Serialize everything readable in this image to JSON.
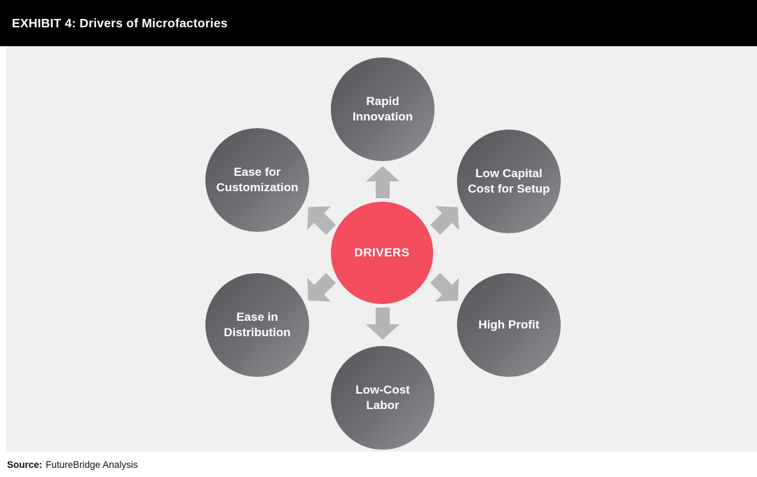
{
  "header": {
    "title": "EXHIBIT 4: Drivers of Microfactories"
  },
  "diagram": {
    "center": {
      "label": "DRIVERS"
    },
    "nodes": [
      {
        "id": "rapid-innovation",
        "label": [
          "Rapid",
          "Innovation"
        ],
        "position": "top"
      },
      {
        "id": "low-capital-cost-for-setup",
        "label": [
          "Low Capital",
          "Cost for Setup"
        ],
        "position": "top-right"
      },
      {
        "id": "high-profit",
        "label": [
          "High Profit"
        ],
        "position": "bottom-right"
      },
      {
        "id": "low-cost-labor",
        "label": [
          "Low-Cost",
          "Labor"
        ],
        "position": "bottom"
      },
      {
        "id": "ease-in-distribution",
        "label": [
          "Ease in",
          "Distribution"
        ],
        "position": "bottom-left"
      },
      {
        "id": "ease-for-customization",
        "label": [
          "Ease for",
          "Customization"
        ],
        "position": "top-left"
      }
    ],
    "arrows": [
      "up",
      "up-right",
      "down-right",
      "down",
      "down-left",
      "up-left"
    ]
  },
  "footer": {
    "source_label": "Source:",
    "source_text": "FutureBridge Analysis"
  },
  "colors": {
    "header_bg": "#000000",
    "header_text": "#ffffff",
    "panel_bg": "#f0f0f1",
    "hub_red": "#f34d5e",
    "node_gray_dark": "#55555a",
    "node_gray_light": "#919195",
    "arrow_gray": "#b5b5b8",
    "node_text": "#ffffff"
  }
}
